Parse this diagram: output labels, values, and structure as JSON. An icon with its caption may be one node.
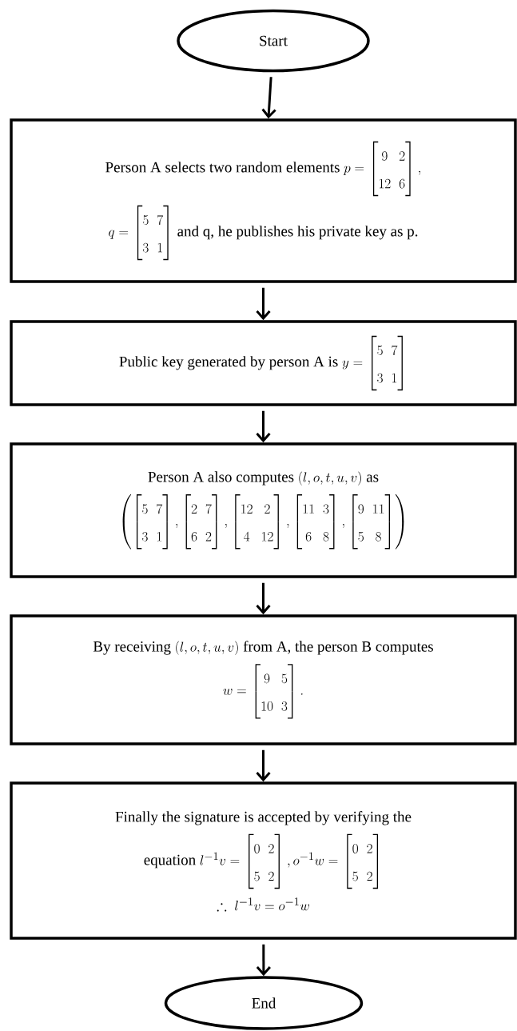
{
  "diagram": {
    "nodes": [
      {
        "text": [
          "Start"
        ]
      },
      {
        "text": [
          "Person A selects two random elements",
          "p=\\begin{bmatrix}9&2\\\\12&6\\end{bmatrix},",
          "q=\\begin{bmatrix}5&7\\\\3&1\\end{bmatrix}",
          "and q, he publishes his private key as p."
        ]
      },
      {
        "text": [
          "Public key generated by person A is",
          "y=\\begin{bmatrix}5&7\\\\3&1\\end{bmatrix}"
        ]
      },
      {
        "text": [
          "Person A also computes",
          "\\left(l,o,t,u,v\\right)",
          "as",
          "\\left(\\begin{bmatrix}5&7\\\\3&1\\end{bmatrix},\\begin{bmatrix}2&7\\\\6&2\\end{bmatrix},\\begin{bmatrix}12&2\\\\4&12\\end{bmatrix},\\begin{bmatrix}11&3\\\\6&8\\end{bmatrix},\\begin{bmatrix}9&11\\\\5&8\\end{bmatrix}\\right)"
        ]
      },
      {
        "text": [
          "By receiving",
          "\\left(l,o,t,u,v\\right)",
          "from A, the person B computes",
          "w=\\begin{bmatrix}9&5\\\\10&3\\end{bmatrix}."
        ]
      },
      {
        "text": [
          "Finally the signature is accepted by verifying the",
          "equation",
          "l^{-1}v=\\begin{bmatrix}0&2\\\\5&2\\end{bmatrix},o^{-1}w=\\begin{bmatrix}0&2\\\\5&2\\end{bmatrix}",
          "\\therefore\\ l^{-1}v=o^{-1}w"
        ]
      },
      {
        "text": [
          "End"
        ]
      }
    ],
    "edges": [
      {
        "from": 0,
        "to": 1,
        "arrow": "to"
      },
      {
        "from": 1,
        "to": 2,
        "arrow": "to"
      },
      {
        "from": 2,
        "to": 3,
        "arrow": "to"
      },
      {
        "from": 3,
        "to": 4,
        "arrow": "to"
      },
      {
        "from": 4,
        "to": 5,
        "arrow": "to"
      },
      {
        "from": 5,
        "to": 6,
        "arrow": "to"
      }
    ]
  }
}
